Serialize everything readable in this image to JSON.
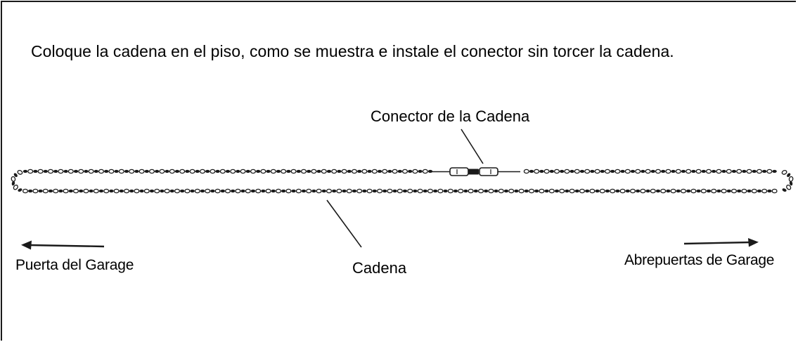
{
  "instruction": "Coloque la cadena en el piso, como se muestra e instale el conector sin torcer la cadena.",
  "labels": {
    "connector": "Conector de la Cadena",
    "chain": "Cadena",
    "door": "Puerta del Garage",
    "opener": "Abrepuertas de Garage"
  },
  "colors": {
    "ink": "#1a1a1a",
    "background": "#ffffff"
  },
  "icons": {
    "left_arrow": "arrow-left-icon",
    "right_arrow": "arrow-right-icon"
  }
}
